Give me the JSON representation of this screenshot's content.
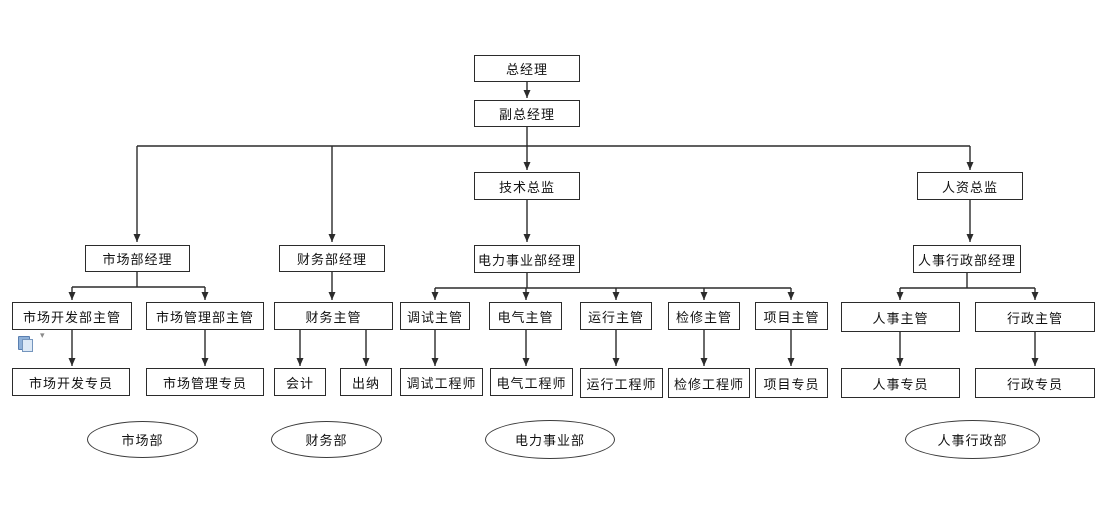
{
  "org": {
    "nodes": {
      "general_manager": "总经理",
      "deputy_general_manager": "副总经理",
      "technical_director": "技术总监",
      "hr_director": "人资总监",
      "marketing_manager": "市场部经理",
      "finance_manager": "财务部经理",
      "power_division_manager": "电力事业部经理",
      "hr_admin_manager": "人事行政部经理",
      "market_dev_supervisor": "市场开发部主管",
      "market_mgmt_supervisor": "市场管理部主管",
      "finance_supervisor": "财务主管",
      "commissioning_supervisor": "调试主管",
      "electrical_supervisor": "电气主管",
      "operation_supervisor": "运行主管",
      "maintenance_supervisor": "检修主管",
      "project_supervisor": "项目主管",
      "hr_supervisor": "人事主管",
      "admin_supervisor": "行政主管",
      "market_dev_specialist": "市场开发专员",
      "market_mgmt_specialist": "市场管理专员",
      "accountant": "会计",
      "cashier": "出纳",
      "commissioning_engineer": "调试工程师",
      "electrical_engineer": "电气工程师",
      "operation_engineer": "运行工程师",
      "maintenance_engineer": "检修工程师",
      "project_specialist": "项目专员",
      "hr_specialist": "人事专员",
      "admin_specialist": "行政专员"
    },
    "departments": {
      "marketing": "市场部",
      "finance": "财务部",
      "power": "电力事业部",
      "hr_admin": "人事行政部"
    },
    "edges": [
      [
        "general_manager",
        "deputy_general_manager"
      ],
      [
        "deputy_general_manager",
        "marketing_manager"
      ],
      [
        "deputy_general_manager",
        "finance_manager"
      ],
      [
        "deputy_general_manager",
        "technical_director"
      ],
      [
        "deputy_general_manager",
        "hr_director"
      ],
      [
        "technical_director",
        "power_division_manager"
      ],
      [
        "hr_director",
        "hr_admin_manager"
      ],
      [
        "marketing_manager",
        "market_dev_supervisor"
      ],
      [
        "marketing_manager",
        "market_mgmt_supervisor"
      ],
      [
        "market_dev_supervisor",
        "market_dev_specialist"
      ],
      [
        "market_mgmt_supervisor",
        "market_mgmt_specialist"
      ],
      [
        "finance_manager",
        "finance_supervisor"
      ],
      [
        "finance_supervisor",
        "accountant"
      ],
      [
        "finance_supervisor",
        "cashier"
      ],
      [
        "power_division_manager",
        "commissioning_supervisor"
      ],
      [
        "power_division_manager",
        "electrical_supervisor"
      ],
      [
        "power_division_manager",
        "operation_supervisor"
      ],
      [
        "power_division_manager",
        "maintenance_supervisor"
      ],
      [
        "power_division_manager",
        "project_supervisor"
      ],
      [
        "commissioning_supervisor",
        "commissioning_engineer"
      ],
      [
        "electrical_supervisor",
        "electrical_engineer"
      ],
      [
        "operation_supervisor",
        "operation_engineer"
      ],
      [
        "maintenance_supervisor",
        "maintenance_engineer"
      ],
      [
        "project_supervisor",
        "project_specialist"
      ],
      [
        "hr_admin_manager",
        "hr_supervisor"
      ],
      [
        "hr_admin_manager",
        "admin_supervisor"
      ],
      [
        "hr_supervisor",
        "hr_specialist"
      ],
      [
        "admin_supervisor",
        "admin_specialist"
      ]
    ]
  },
  "icons": {
    "paste_options": "clipboard-paste-icon",
    "paste_dropdown": "▾"
  },
  "colors": {
    "line": "#2b2b2b",
    "box_border": "#2b2b2b",
    "box_bg": "#ffffff",
    "canvas_bg": "#ffffff",
    "paste_icon_blue": "#8fb1d9"
  }
}
